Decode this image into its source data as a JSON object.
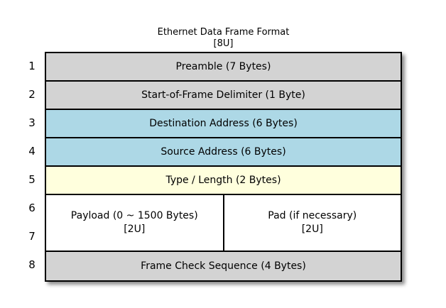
{
  "title": {
    "line1": "Ethernet Data Frame Format",
    "line2": "[8U]"
  },
  "row_numbers": [
    "1",
    "2",
    "3",
    "4",
    "5",
    "6",
    "7",
    "8"
  ],
  "colors": {
    "gray": "#d3d3d3",
    "blue": "#add8e6",
    "cream": "#ffffdd",
    "white": "#ffffff",
    "border": "#000000"
  },
  "rows": [
    {
      "label": "Preamble (7 Bytes)",
      "bg": "#d3d3d3"
    },
    {
      "label": "Start-of-Frame Delimiter (1 Byte)",
      "bg": "#d3d3d3"
    },
    {
      "label": "Destination Address (6 Bytes)",
      "bg": "#add8e6"
    },
    {
      "label": "Source Address (6 Bytes)",
      "bg": "#add8e6"
    },
    {
      "label": "Type / Length (2 Bytes)",
      "bg": "#ffffdd"
    },
    {
      "bg": "#ffffff",
      "left": {
        "line1": "Payload (0 ~ 1500 Bytes)",
        "line2": "[2U]"
      },
      "right": {
        "line1": "Pad (if necessary)",
        "line2": "[2U]"
      }
    },
    {
      "label": "Frame Check Sequence (4 Bytes)",
      "bg": "#d3d3d3"
    }
  ]
}
